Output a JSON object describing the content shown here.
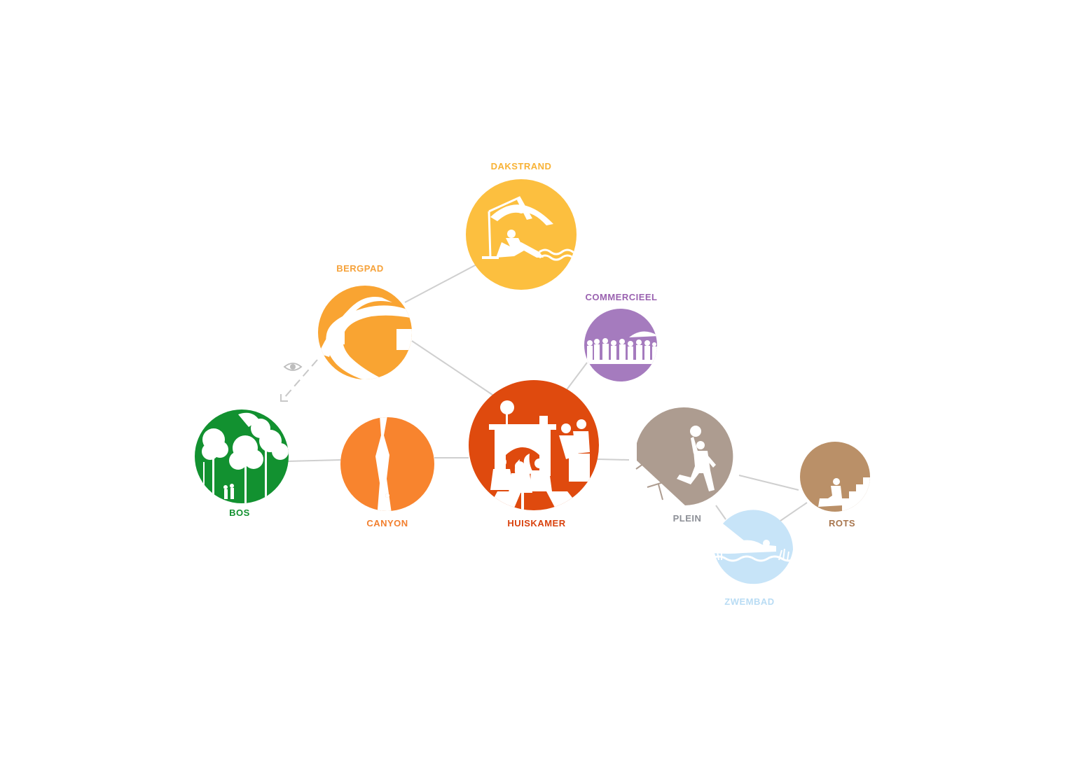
{
  "nodes": {
    "dakstrand": {
      "label": "DAKSTRAND",
      "color": "#FCBF3F",
      "icon": "beach-umbrella-sunbather-icon"
    },
    "bergpad": {
      "label": "BERGPAD",
      "color": "#F9A432",
      "icon": "winding-path-hiker-icon"
    },
    "commercieel": {
      "label": "COMMERCIEEL",
      "color": "#A57BBE",
      "icon": "crowd-market-icon"
    },
    "bos": {
      "label": "BOS",
      "color": "#129130",
      "icon": "forest-trees-icon"
    },
    "canyon": {
      "label": "CANYON",
      "color": "#F8842E",
      "icon": "canyon-crevice-walker-icon"
    },
    "huiskamer": {
      "label": "HUISKAMER",
      "color": "#DF4A0E",
      "icon": "fireplace-living-room-icon"
    },
    "plein": {
      "label": "PLEIN",
      "color": "#AD9C90",
      "icon": "basketball-player-icon"
    },
    "rots": {
      "label": "ROTS",
      "color": "#BA9068",
      "icon": "rock-stairs-sitter-icon"
    },
    "zwembad": {
      "label": "ZWEMBAD",
      "color": "#C7E4F8",
      "icon": "swimmer-water-icon"
    }
  },
  "label_colors": {
    "dakstrand": "#F8B235",
    "bergpad": "#F6A23A",
    "commercieel": "#9A62B0",
    "bos": "#129130",
    "canyon": "#F27F2E",
    "huiskamer": "#D9420E",
    "plein": "#8C8F96",
    "rots": "#A8764E",
    "zwembad": "#B9DCF4"
  },
  "connections": [
    [
      "bergpad",
      "dakstrand"
    ],
    [
      "bergpad",
      "huiskamer"
    ],
    [
      "commercieel",
      "huiskamer"
    ],
    [
      "bos",
      "canyon"
    ],
    [
      "canyon",
      "huiskamer"
    ],
    [
      "huiskamer",
      "plein"
    ],
    [
      "plein",
      "rots"
    ],
    [
      "plein",
      "zwembad"
    ],
    [
      "zwembad",
      "rots"
    ]
  ],
  "view_link": {
    "from": "bergpad",
    "to": "bos",
    "icon": "eye-icon",
    "style": "dashed-arrow"
  },
  "connector_color": "#CFCFCF"
}
